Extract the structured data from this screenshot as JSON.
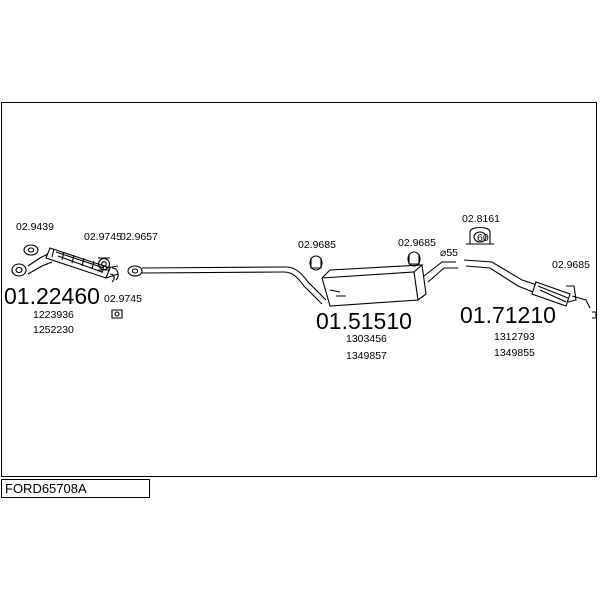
{
  "diagram_code": "FORD65708A",
  "assemblies": [
    {
      "number": "01.22460",
      "refs": [
        "1223936",
        "1252230"
      ]
    },
    {
      "number": "01.51510",
      "refs": [
        "1303456",
        "1349857"
      ]
    },
    {
      "number": "01.71210",
      "refs": [
        "1312793",
        "1349855"
      ]
    }
  ],
  "fittings": {
    "f1": "02.9439",
    "f2": "02.9745",
    "f3": "02.9657",
    "f4": "02.9745",
    "f5": "02.9685",
    "f6": "02.9685",
    "f7": "02.8161",
    "f8": "02.9685"
  },
  "pipe_diameter": "⌀55",
  "clamp_label": "60"
}
